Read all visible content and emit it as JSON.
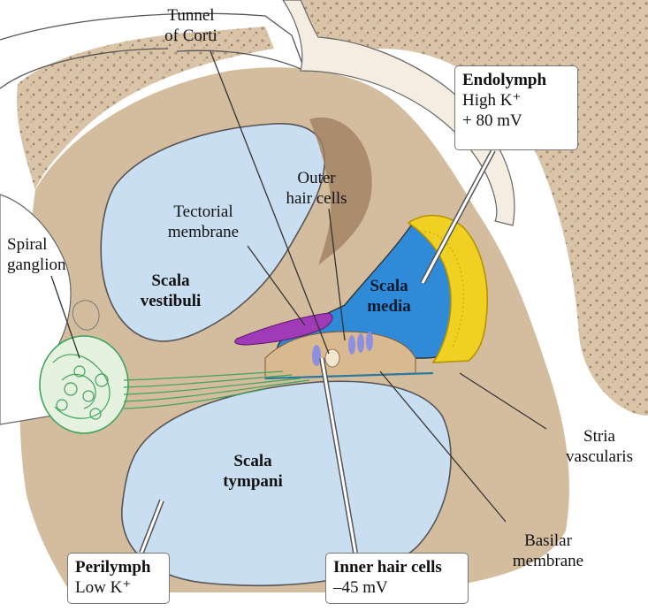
{
  "labels": {
    "tunnel_of_corti": [
      "Tunnel",
      "of Corti"
    ],
    "spiral_ganglion": [
      "Spiral",
      "ganglion"
    ],
    "tectorial_membrane": [
      "Tectorial",
      "membrane"
    ],
    "outer_hair_cells": [
      "Outer",
      "hair cells"
    ],
    "scala_vestibuli": [
      "Scala",
      "vestibuli"
    ],
    "scala_media": [
      "Scala",
      "media"
    ],
    "scala_tympani": [
      "Scala",
      "tympani"
    ],
    "stria_vascularis": [
      "Stria",
      "vascularis"
    ],
    "basilar_membrane": [
      "Basilar",
      "membrane"
    ]
  },
  "callouts": {
    "endolymph": {
      "title": "Endolymph",
      "lines": [
        "High K⁺",
        "+ 80 mV"
      ]
    },
    "perilymph": {
      "title": "Perilymph",
      "lines": [
        "Low K⁺"
      ]
    },
    "inner_hair_cells": {
      "title": "Inner hair cells",
      "lines": [
        "–45 mV"
      ]
    }
  },
  "colors": {
    "bone": "#d8c2a6",
    "bone_dots": "#a48a70",
    "fluid_perilymph": "#c9def0",
    "fluid_endolymph": "#2f8ad8",
    "stria": "#f0d022",
    "tectorial": "#a03ab6",
    "nerve": "#3fa35a",
    "hair_cells": "#8f8fe0"
  }
}
